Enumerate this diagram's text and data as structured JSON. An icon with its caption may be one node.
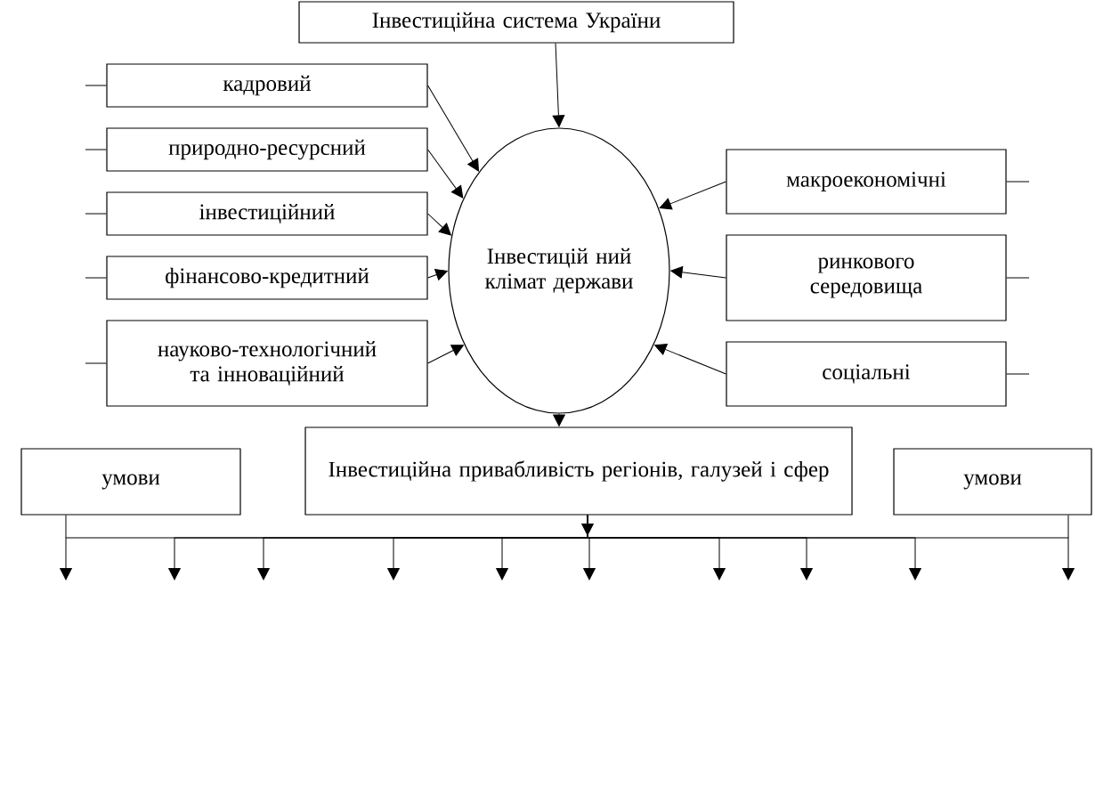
{
  "diagram": {
    "nodes": [
      {
        "text": [
          "Інвестиційна система України"
        ]
      },
      {
        "text": [
          "Інвестицій ний клімат держави"
        ]
      },
      {
        "text": [
          "кадровий"
        ]
      },
      {
        "text": [
          "природно-ресурсний"
        ]
      },
      {
        "text": [
          "інвестиційний"
        ]
      },
      {
        "text": [
          "фінансово-кредитний"
        ]
      },
      {
        "text": [
          "науково-технологічний та інноваційний"
        ]
      },
      {
        "text": [
          "макроекономічні"
        ]
      },
      {
        "text": [
          "ринкового середовища"
        ]
      },
      {
        "text": [
          "соціальні"
        ]
      },
      {
        "text": [
          "Інвестиційна привабливість регіонів, галузей і сфер"
        ]
      },
      {
        "text": [
          "умови"
        ]
      },
      {
        "text": [
          "умови"
        ]
      }
    ],
    "edges": [
      {
        "from": 0,
        "to": 1,
        "arrow": "to"
      },
      {
        "from": 2,
        "to": 1,
        "arrow": "to"
      },
      {
        "from": 3,
        "to": 1,
        "arrow": "to"
      },
      {
        "from": 4,
        "to": 1,
        "arrow": "to"
      },
      {
        "from": 5,
        "to": 1,
        "arrow": "to"
      },
      {
        "from": 6,
        "to": 1,
        "arrow": "to"
      },
      {
        "from": 7,
        "to": 1,
        "arrow": "to"
      },
      {
        "from": 8,
        "to": 1,
        "arrow": "to"
      },
      {
        "from": 9,
        "to": 1,
        "arrow": "to"
      },
      {
        "from": 1,
        "to": 10,
        "arrow": "to"
      },
      {
        "from": null,
        "to": 2,
        "arrow": "none"
      },
      {
        "from": null,
        "to": 3,
        "arrow": "none"
      },
      {
        "from": null,
        "to": 4,
        "arrow": "none"
      },
      {
        "from": null,
        "to": 5,
        "arrow": "none"
      },
      {
        "from": null,
        "to": 6,
        "arrow": "none"
      },
      {
        "from": 7,
        "to": null,
        "arrow": "none"
      },
      {
        "from": 8,
        "to": null,
        "arrow": "none"
      },
      {
        "from": 9,
        "to": null,
        "arrow": "none"
      },
      {
        "from": 10,
        "to": null,
        "arrow": "to"
      },
      {
        "from": 11,
        "to": null,
        "arrow": "none"
      },
      {
        "from": 12,
        "to": null,
        "arrow": "none"
      },
      {
        "from": 10,
        "to": null,
        "arrow": "to"
      },
      {
        "from": 10,
        "to": null,
        "arrow": "to"
      },
      {
        "from": 10,
        "to": null,
        "arrow": "to"
      },
      {
        "from": 10,
        "to": null,
        "arrow": "to"
      },
      {
        "from": 10,
        "to": null,
        "arrow": "to"
      },
      {
        "from": 10,
        "to": null,
        "arrow": "to"
      },
      {
        "from": 10,
        "to": null,
        "arrow": "to"
      },
      {
        "from": 10,
        "to": null,
        "arrow": "to"
      },
      {
        "from": 10,
        "to": null,
        "arrow": "to"
      },
      {
        "from": 10,
        "to": null,
        "arrow": "to"
      }
    ]
  }
}
